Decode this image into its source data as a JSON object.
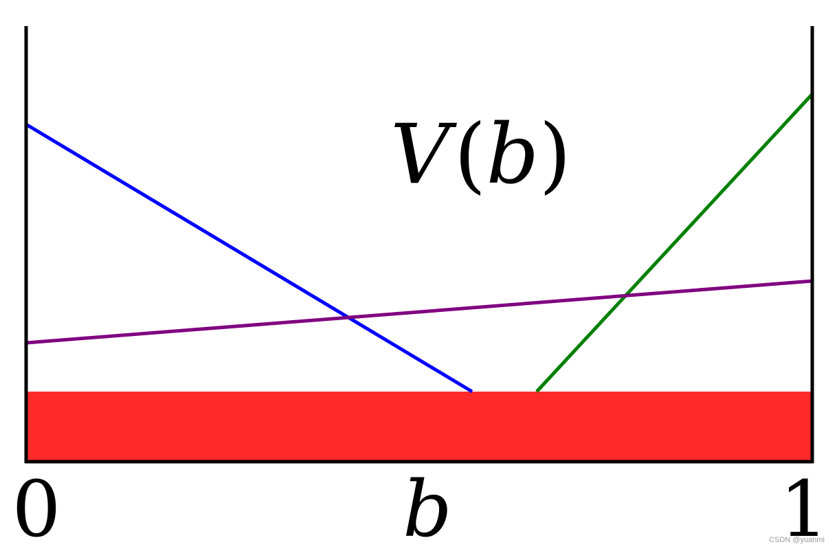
{
  "diagram": {
    "label": "V(b)",
    "label_parts": {
      "v": "V",
      "open_paren": "(",
      "var": "b",
      "close_paren": ")"
    },
    "axis_ticks": {
      "left": "0",
      "middle": "b",
      "right": "1"
    },
    "colors": {
      "axis": "#000000",
      "alpha_line": "#0000ff",
      "beta_line": "#008000",
      "alpha_beta_line": "#800080",
      "region": "#ff2b2b"
    },
    "lines": {
      "blue": {
        "start": 0.84,
        "end_at_region": 0.58
      },
      "green": {
        "start_x": 0.65,
        "end": 0.91
      },
      "purple": {
        "start": 0.43,
        "end": 0.58
      }
    }
  },
  "watermark": "CSDN @yuanmi"
}
